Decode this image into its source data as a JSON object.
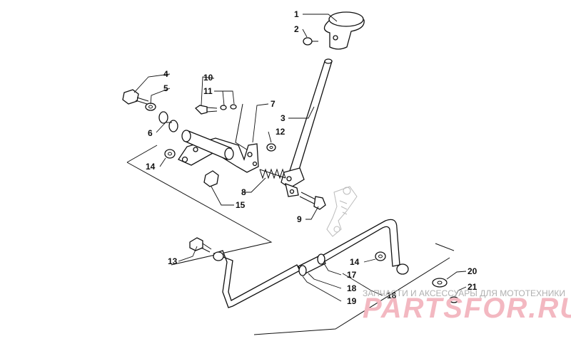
{
  "callouts": {
    "c1": "1",
    "c2": "2",
    "c3": "3",
    "c4": "4",
    "c5": "5",
    "c6": "6",
    "c7": "7",
    "c8": "8",
    "c9": "9",
    "c10": "10",
    "c11": "11",
    "c12": "12",
    "c13": "13",
    "c14a": "14",
    "c14b": "14",
    "c15": "15",
    "c16": "16",
    "c17": "17",
    "c18": "18",
    "c19": "19",
    "c20": "20",
    "c21": "21"
  },
  "watermark": {
    "caption": "ЗАПЧАСТИ И АКСЕССУАРЫ ДЛЯ МОТОТЕХНИКИ",
    "logo": "PARTSFOR.RU"
  },
  "colors": {
    "ink": "#111111",
    "ghost": "#bbbbbb",
    "logo": "#f3b8c1",
    "caption": "#b0b0b0"
  }
}
